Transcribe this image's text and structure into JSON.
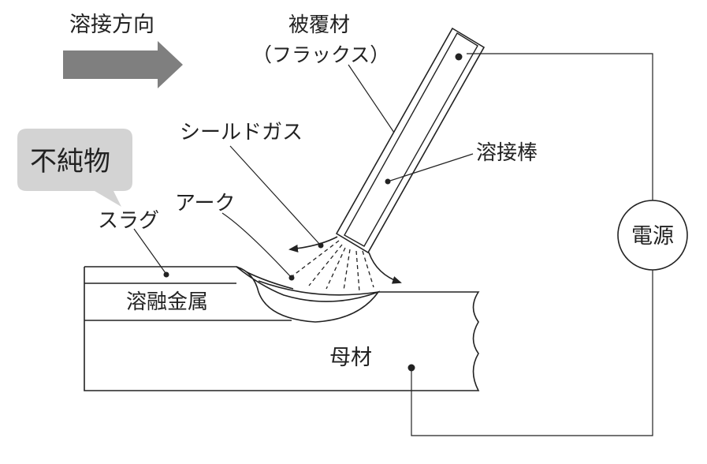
{
  "labels": {
    "direction": "溶接方向",
    "coating": "被覆材",
    "flux": "（フラックス）",
    "shield_gas": "シールドガス",
    "electrode": "溶接棒",
    "impurity": "不純物",
    "arc": "アーク",
    "slag": "スラグ",
    "molten_metal": "溶融金属",
    "base_metal": "母材",
    "power_source": "電源"
  },
  "colors": {
    "arrow": "#7f7f7f",
    "bubble": "#d3d3d3",
    "line": "#222222"
  }
}
